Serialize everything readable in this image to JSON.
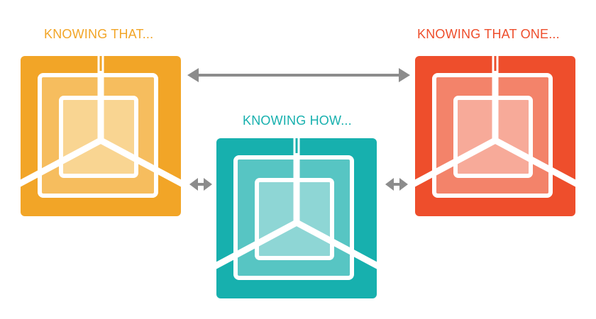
{
  "labels": {
    "knowing_that": "KNOWING THAT...",
    "knowing_how": "KNOWING HOW...",
    "knowing_that_one": "KNOWING THAT ONE..."
  },
  "colors": {
    "knowing_that": {
      "outer": "#F2A527",
      "middle": "#F6BD5E",
      "inner": "#F9D592",
      "text": "#F2A527"
    },
    "knowing_how": {
      "outer": "#17B0AE",
      "middle": "#57C5C3",
      "inner": "#8ED6D5",
      "text": "#17B0AE"
    },
    "knowing_that_one": {
      "outer": "#EE4E2C",
      "middle": "#F3836A",
      "inner": "#F7AA99",
      "text": "#EE4E2C"
    },
    "arrow": "#8C8C8C",
    "line": "#FFFFFF"
  },
  "icons": {
    "tile": "nested-squares-framework-icon",
    "connector_long": "double-headed-arrow-icon",
    "connector_short": "double-headed-arrow-icon"
  }
}
